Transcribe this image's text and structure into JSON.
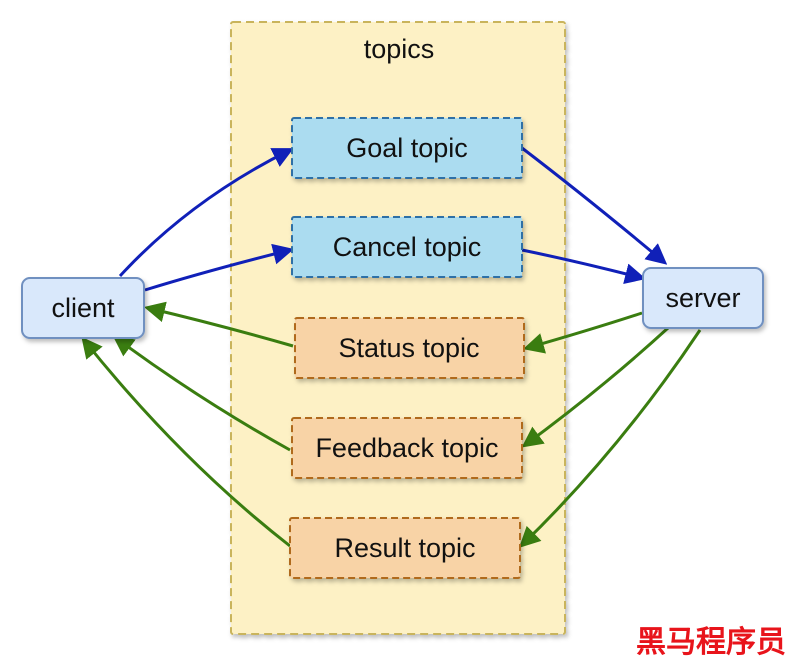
{
  "colors": {
    "group_fill": "#fdf1c5",
    "group_stroke": "#c9b45c",
    "request_fill": "#abdcf0",
    "request_stroke": "#2f6fa6",
    "feedback_fill": "#f8d3a6",
    "feedback_stroke": "#b06a1f",
    "endpoint_fill": "#d9e8fb",
    "endpoint_stroke": "#6f90c0",
    "blue_arrow": "#1020b8",
    "green_arrow": "#3a7d10",
    "watermark": "#e8141b"
  },
  "group": {
    "title": "topics"
  },
  "nodes": {
    "client": "client",
    "server": "server",
    "goal": "Goal topic",
    "cancel": "Cancel topic",
    "status": "Status topic",
    "feedback": "Feedback topic",
    "result": "Result topic"
  },
  "edges": [
    {
      "from": "client",
      "to": "goal",
      "color": "blue"
    },
    {
      "from": "client",
      "to": "cancel",
      "color": "blue"
    },
    {
      "from": "goal",
      "to": "server",
      "color": "blue"
    },
    {
      "from": "cancel",
      "to": "server",
      "color": "blue"
    },
    {
      "from": "server",
      "to": "status",
      "color": "green"
    },
    {
      "from": "server",
      "to": "feedback",
      "color": "green"
    },
    {
      "from": "server",
      "to": "result",
      "color": "green"
    },
    {
      "from": "status",
      "to": "client",
      "color": "green"
    },
    {
      "from": "feedback",
      "to": "client",
      "color": "green"
    },
    {
      "from": "result",
      "to": "client",
      "color": "green"
    }
  ],
  "watermark": "黑马程序员"
}
